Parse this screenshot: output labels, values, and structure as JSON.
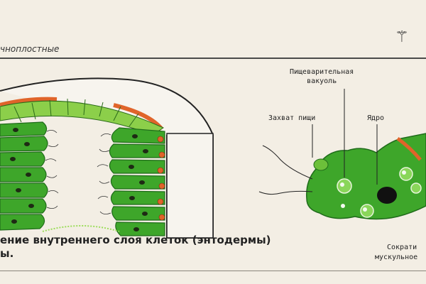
{
  "header": {
    "section_title": "чноплостные"
  },
  "icons": {
    "corner": "hydra-icon"
  },
  "figure_left": {
    "caption_line1": "ение  внутреннего  слоя  клеток  (энтодермы)",
    "caption_line2": "ы."
  },
  "figure_right": {
    "label_vacuole_line1": "Пищеварительная",
    "label_vacuole_line2": "вакуоль",
    "label_capture": "Захват пищи",
    "label_nucleus": "Ядро",
    "label_contractile": "Сократи",
    "label_muscular": "мускульное"
  },
  "colors": {
    "cell_green": "#3ea62a",
    "cell_dark_green": "#1f6b1a",
    "nucleus": "#1e2a14",
    "orange_fibre": "#e0642a",
    "background": "#f3eee4"
  }
}
